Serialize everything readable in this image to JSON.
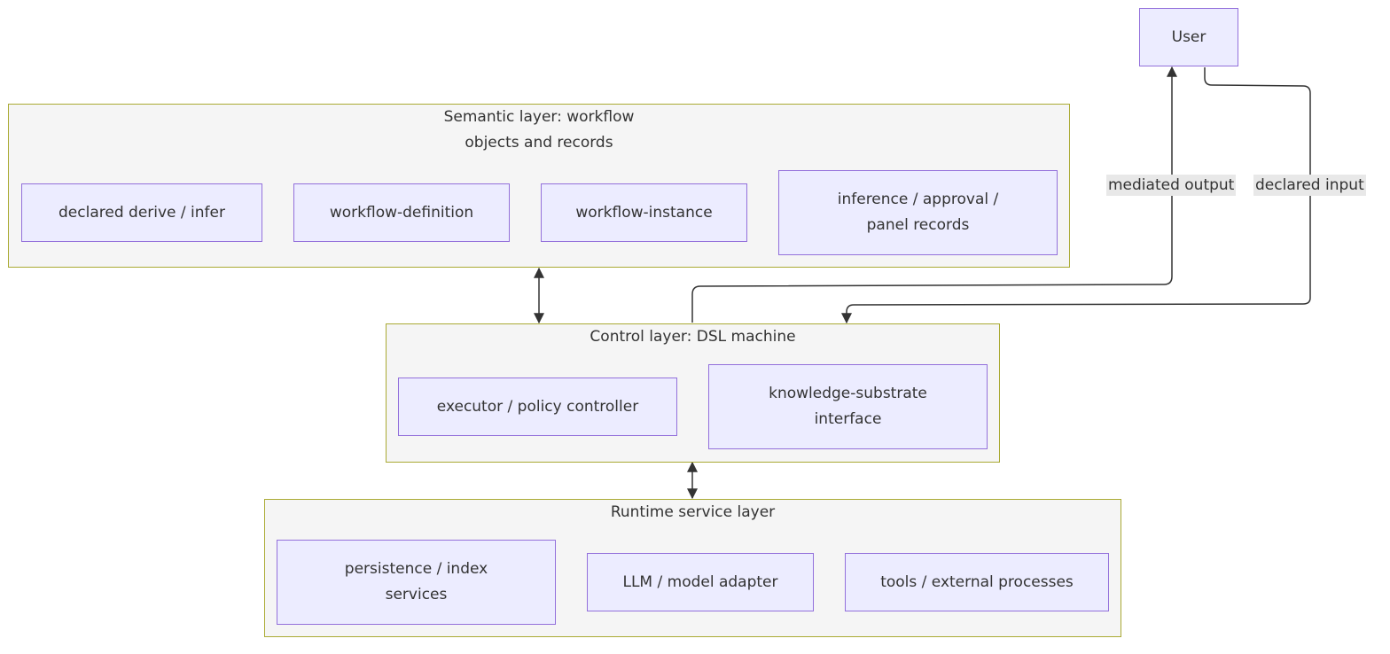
{
  "user_node": {
    "label": "User"
  },
  "semantic_layer": {
    "title": "Semantic layer: workflow\nobjects and records",
    "nodes": [
      "declared derive / infer",
      "workflow-definition",
      "workflow-instance",
      "inference / approval /\npanel records"
    ]
  },
  "control_layer": {
    "title": "Control layer: DSL machine",
    "nodes": [
      "executor / policy controller",
      "knowledge-substrate\ninterface"
    ]
  },
  "runtime_layer": {
    "title": "Runtime service layer",
    "nodes": [
      "persistence / index\nservices",
      "LLM / model adapter",
      "tools / external processes"
    ]
  },
  "edges": {
    "mediated_output": "mediated output",
    "declared_input": "declared input"
  },
  "colors": {
    "node_fill": "#ececff",
    "node_border": "#9370db",
    "cluster_fill": "#f5f5f5",
    "cluster_border": "#aaaa33",
    "edge": "#333333",
    "edge_label_bg": "#e8e8e8"
  }
}
